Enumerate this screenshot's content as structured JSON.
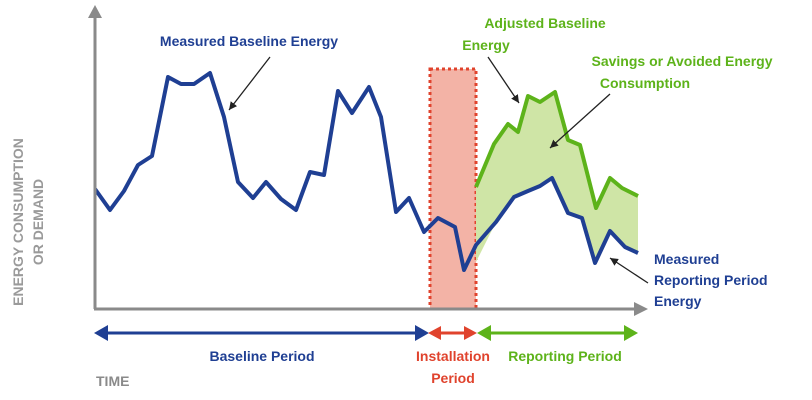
{
  "labels": {
    "y_axis_line1": "ENERGY CONSUMPTION",
    "y_axis_line2": "OR DEMAND",
    "x_axis": "TIME",
    "measured_baseline": "Measured Baseline Energy",
    "adjusted_baseline_line1": "Adjusted Baseline",
    "adjusted_baseline_line2": "Energy",
    "savings_line1": "Savings or Avoided Energy",
    "savings_line2": "Consumption",
    "measured_reporting_line1": "Measured",
    "measured_reporting_line2": "Reporting Period",
    "measured_reporting_line3": "Energy",
    "baseline_period": "Baseline Period",
    "installation_period_line1": "Installation",
    "installation_period_line2": "Period",
    "reporting_period": "Reporting Period"
  },
  "colors": {
    "measured": "#1f3f93",
    "adjusted": "#5db31a",
    "savings_fill": "#cfe5a6",
    "installation": "#e0432d",
    "installation_fill": "#f3b3a6",
    "axis": "#8a8a8a",
    "axis_label": "#9a9a9a"
  }
}
